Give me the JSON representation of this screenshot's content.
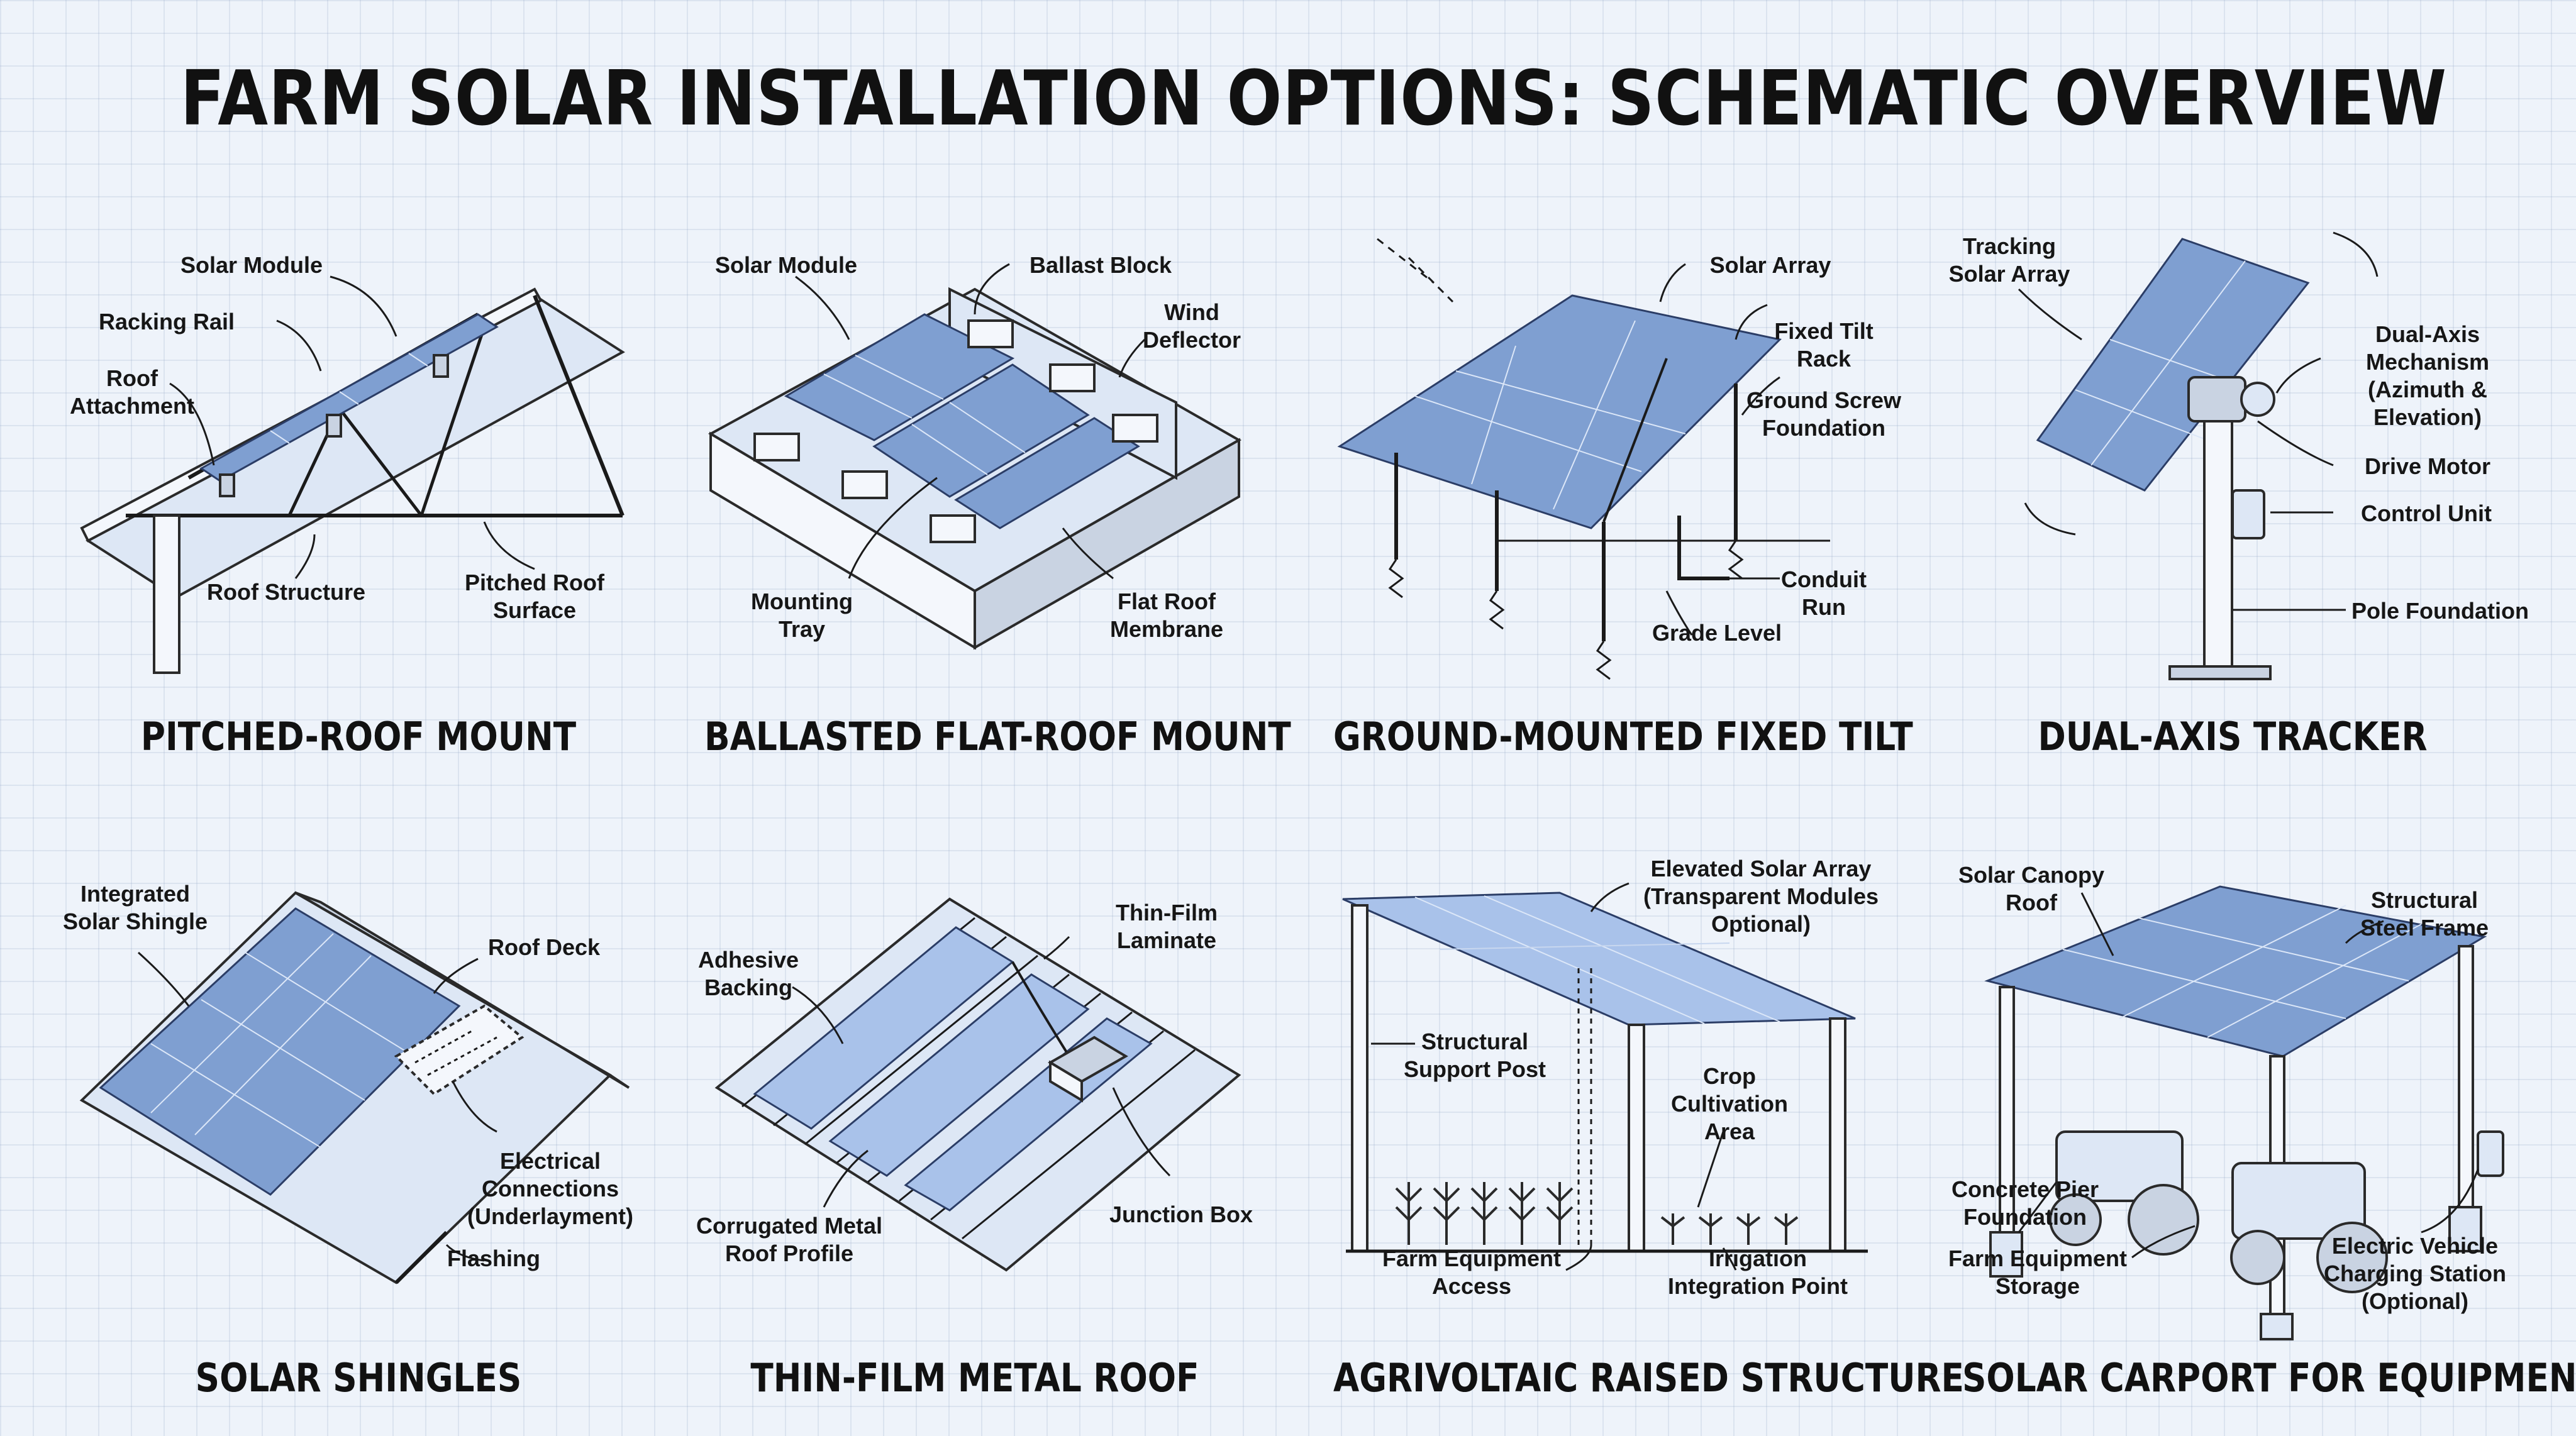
{
  "title": "FARM SOLAR INSTALLATION OPTIONS: SCHEMATIC OVERVIEW",
  "panels": [
    {
      "caption": "PITCHED-ROOF MOUNT",
      "labels": {
        "solar_module": "Solar Module",
        "racking_rail": "Racking Rail",
        "roof_attachment": "Roof\nAttachment",
        "roof_structure": "Roof Structure",
        "pitched_roof_surface": "Pitched Roof\nSurface"
      }
    },
    {
      "caption": "BALLASTED FLAT-ROOF MOUNT",
      "labels": {
        "solar_module": "Solar Module",
        "ballast_block": "Ballast Block",
        "wind_deflector": "Wind\nDeflector",
        "mounting_tray": "Mounting\nTray",
        "flat_roof_membrane": "Flat Roof\nMembrane"
      }
    },
    {
      "caption": "GROUND-MOUNTED FIXED TILT",
      "labels": {
        "solar_array": "Solar Array",
        "fixed_tilt_rack": "Fixed Tilt\nRack",
        "ground_screw_foundation": "Ground Screw\nFoundation",
        "conduit_run": "Conduit\nRun",
        "grade_level": "Grade Level"
      }
    },
    {
      "caption": "DUAL-AXIS TRACKER",
      "labels": {
        "tracking_solar_array": "Tracking\nSolar Array",
        "dual_axis_mechanism": "Dual-Axis\nMechanism\n(Azimuth &\nElevation)",
        "drive_motor": "Drive Motor",
        "control_unit": "Control Unit",
        "pole_foundation": "Pole Foundation"
      }
    },
    {
      "caption": "SOLAR SHINGLES",
      "labels": {
        "integrated_solar_shingle": "Integrated\nSolar Shingle",
        "roof_deck": "Roof Deck",
        "electrical_connections": "Electrical\nConnections\n(Underlayment)",
        "flashing": "Flashing"
      }
    },
    {
      "caption": "THIN-FILM METAL ROOF",
      "labels": {
        "thin_film_laminate": "Thin-Film\nLaminate",
        "adhesive_backing": "Adhesive\nBacking",
        "junction_box": "Junction Box",
        "corrugated_metal_roof_profile": "Corrugated Metal\nRoof Profile"
      }
    },
    {
      "caption": "AGRIVOLTAIC RAISED STRUCTURE",
      "labels": {
        "elevated_solar_array": "Elevated Solar Array\n(Transparent Modules\nOptional)",
        "structural_support_post": "Structural\nSupport Post",
        "crop_cultivation_area": "Crop\nCultivation\nArea",
        "farm_equipment_access": "Farm Equipment\nAccess",
        "irrigation_integration_point": "Irrigation\nIntegration Point"
      }
    },
    {
      "caption": "SOLAR CARPORT FOR EQUIPMENT",
      "labels": {
        "solar_canopy_roof": "Solar Canopy\nRoof",
        "structural_steel_frame": "Structural\nSteel Frame",
        "concrete_pier_foundation": "Concrete Pier\nFoundation",
        "farm_equipment_storage": "Farm Equipment\nStorage",
        "ev_charging_station": "Electric Vehicle\nCharging Station\n(Optional)"
      }
    }
  ]
}
